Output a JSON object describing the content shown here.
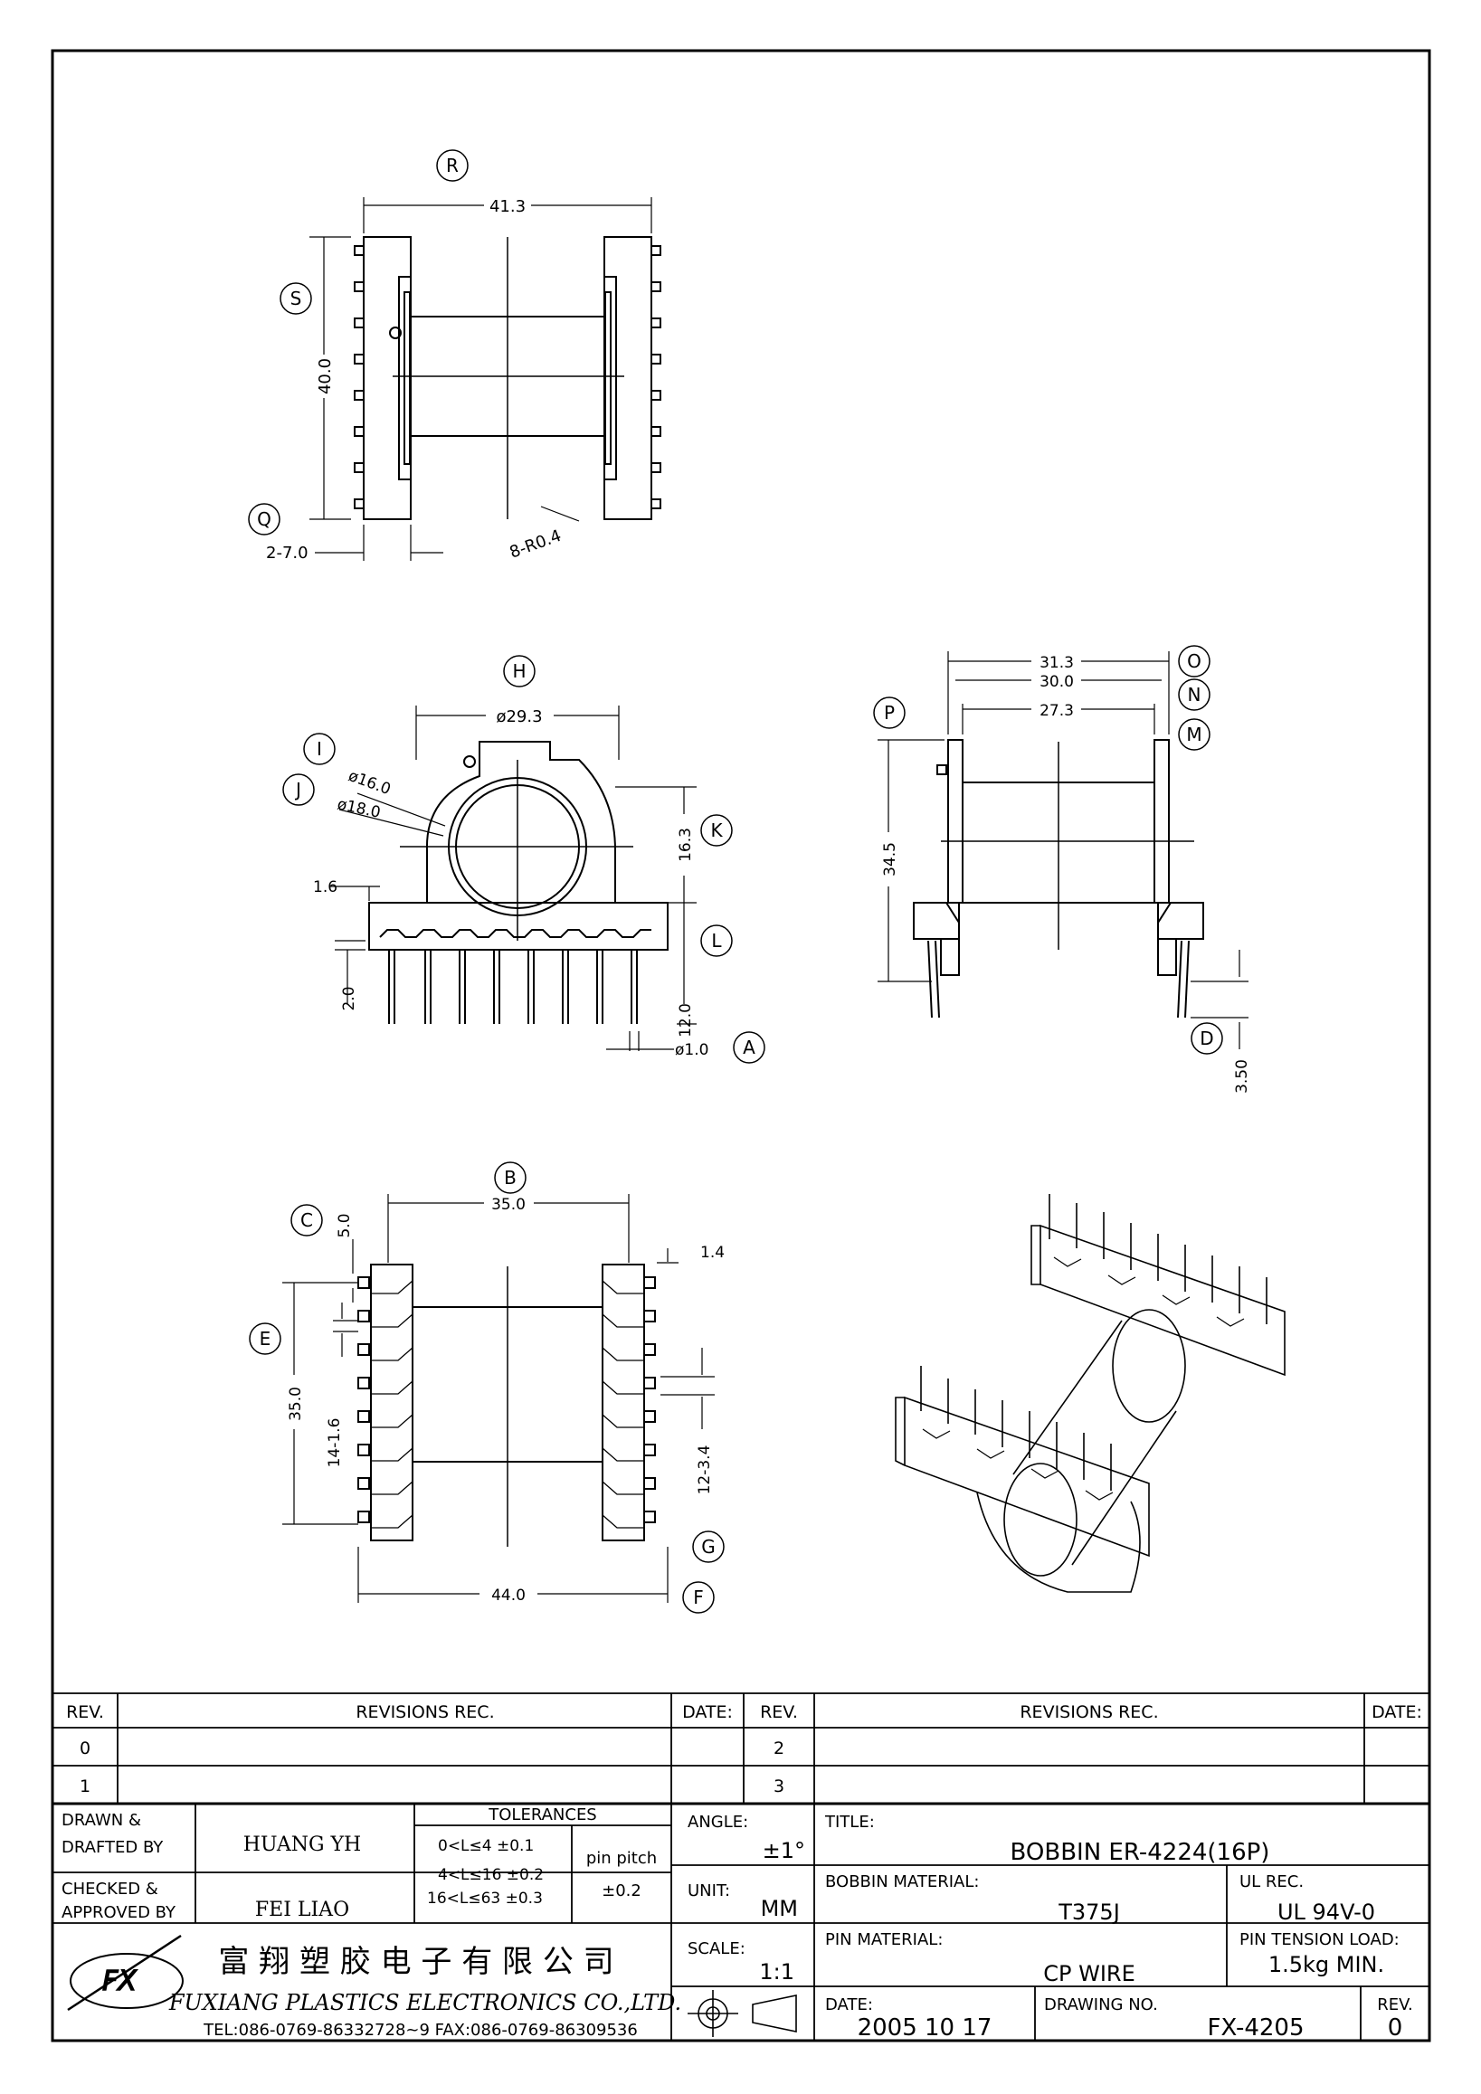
{
  "views": {
    "top": {
      "markers": {
        "R": "R",
        "S": "S",
        "Q": "Q"
      },
      "dims": {
        "width": "41.3",
        "height": "40.0",
        "spacing": "2-7.0",
        "radius": "8-R0.4"
      }
    },
    "front": {
      "markers": {
        "H": "H",
        "I": "I",
        "J": "J",
        "K": "K",
        "L": "L",
        "A": "A"
      },
      "dims": {
        "outer_dia": "ø29.3",
        "inner_dia": "ø16.0",
        "inner_dia2": "ø18.0",
        "h1": "16.3",
        "h2": "12.0",
        "t1": "1.6",
        "t2": "2.0",
        "pin_dia": "ø1.0"
      }
    },
    "side": {
      "markers": {
        "O": "O",
        "N": "N",
        "M": "M",
        "P": "P",
        "D": "D"
      },
      "dims": {
        "w1": "31.3",
        "w2": "30.0",
        "w3": "27.3",
        "height": "34.5",
        "pin": "3.50"
      }
    },
    "bottom": {
      "markers": {
        "B": "B",
        "C": "C",
        "E": "E",
        "G": "G",
        "F": "F"
      },
      "dims": {
        "inner": "35.0",
        "c": "5.0",
        "t": "1.4",
        "height": "35.0",
        "pitch1": "14-1.6",
        "pitch2": "12-3.4",
        "total": "44.0"
      }
    }
  },
  "revisions": {
    "header": {
      "rev": "REV.",
      "rec": "REVISIONS   REC.",
      "date": "DATE:"
    },
    "left_revs": [
      "0",
      "1"
    ],
    "right_revs": [
      "2",
      "3"
    ]
  },
  "title_block": {
    "drawn_label": "DRAWN &",
    "drafted_label": "DRAFTED BY",
    "drawn_by": "HUANG YH",
    "checked_label": "CHECKED &",
    "approved_label": "APPROVED BY",
    "approved_by": "FEI LIAO",
    "tol_title": "TOLERANCES",
    "tol1": "0<L≤4    ±0.1",
    "tol2": "4<L≤16  ±0.2",
    "tol3": "16<L≤63  ±0.3",
    "pin_pitch_label": "pin pitch",
    "pin_pitch_val": "±0.2",
    "angle_label": "ANGLE:",
    "angle_val": "±1°",
    "unit_label": "UNIT:",
    "unit_val": "MM",
    "scale_label": "SCALE:",
    "scale_val": "1:1",
    "title_label": "TITLE:",
    "title_val": "BOBBIN  ER-4224(16P)",
    "bobbin_mat_label": "BOBBIN MATERIAL:",
    "bobbin_mat_val": "T375J",
    "ul_label": "UL REC.",
    "ul_val": "UL  94V-0",
    "pin_mat_label": "PIN MATERIAL:",
    "pin_mat_val": "CP  WIRE",
    "tension_label": "PIN TENSION  LOAD:",
    "tension_val": "1.5kg  MIN.",
    "date_label": "DATE:",
    "date_val": "2005  10  17",
    "drawing_no_label": "DRAWING  NO.",
    "drawing_no_val": "FX-4205",
    "rev_label": "REV.",
    "rev_val": "0",
    "company_cn": "富 翔 塑 胶 电 子 有 限 公 司",
    "company_en": "FUXIANG PLASTICS ELECTRONICS CO.,LTD.",
    "contact": "TEL:086-0769-86332728~9  FAX:086-0769-86309536",
    "logo_text": "FX"
  }
}
